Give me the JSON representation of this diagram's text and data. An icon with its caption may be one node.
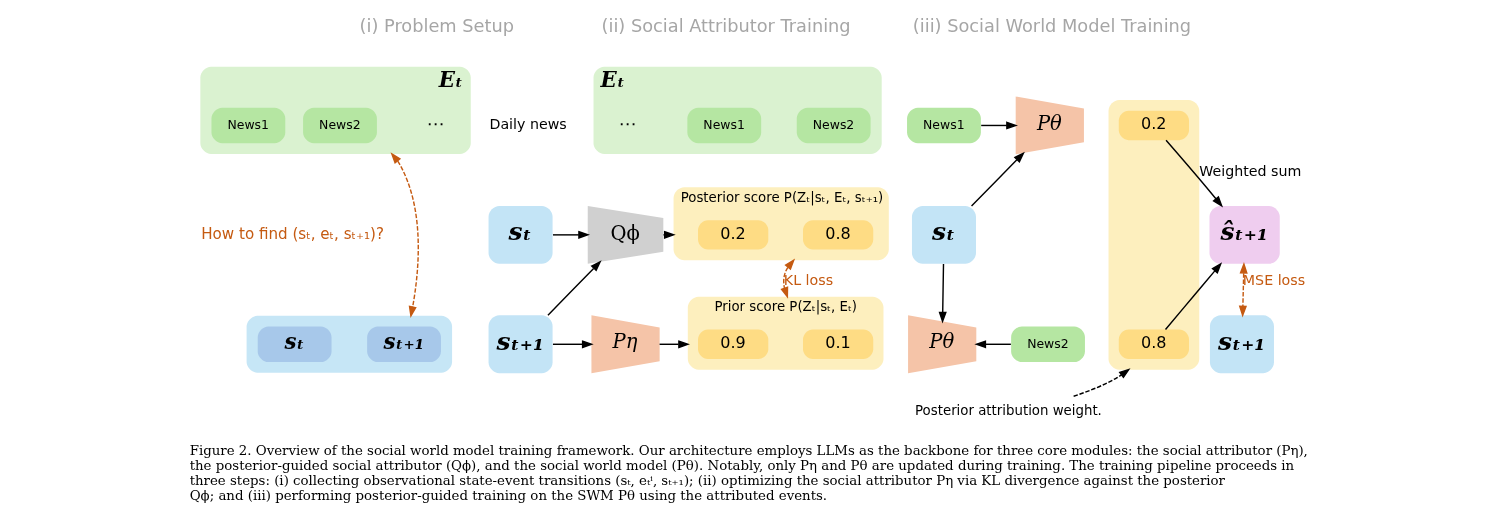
{
  "diagram": {
    "caption": "Figure 2. Overview of the social world model training framework. Our architecture employs LLMs as the backbone for three core modules: the social attributor (Pη), the posterior-guided social attributor (Qϕ), and the social world model (Pθ). Notably, only Pη and Pθ are updated during training. The training pipeline proceeds in three steps: (i) collecting observational state-event transitions (sₜ, eₜⁱ, sₜ₊₁); (ii) optimizing the social attributor Pη via KL divergence against the posterior Qϕ; and (iii) performing posterior-guided training on the SWM Pθ using the attributed events.",
    "nodes": [
      {
        "text": [
          "Eₜ"
        ]
      },
      {
        "text": [
          "News1"
        ],
        "in": 0
      },
      {
        "text": [
          "News2"
        ],
        "in": 0
      },
      {
        "text": [],
        "shape": "box"
      },
      {
        "text": [
          "sₜ"
        ],
        "in": 3
      },
      {
        "text": [
          "sₜ₊₁"
        ],
        "in": 3
      },
      {
        "text": [
          "Eₜ"
        ],
        "beside": [
          "Daily news"
        ]
      },
      {
        "text": [
          "News1"
        ],
        "in": 6
      },
      {
        "text": [
          "News2"
        ],
        "in": 6
      },
      {
        "text": [
          "sₜ"
        ]
      },
      {
        "text": [
          "sₜ₊₁"
        ]
      },
      {
        "text": [
          "Qϕ"
        ]
      },
      {
        "text": [
          "Pη"
        ]
      },
      {
        "text": [
          "Posterior score P(Zₜ|sₜ, Eₜ, sₜ₊₁)"
        ]
      },
      {
        "text": [
          "0.2"
        ],
        "in": 13
      },
      {
        "text": [
          "0.8"
        ],
        "in": 13
      },
      {
        "text": [
          "Prior score P(Zₜ|sₜ, Eₜ)"
        ]
      },
      {
        "text": [
          "0.9"
        ],
        "in": 16
      },
      {
        "text": [
          "0.1"
        ],
        "in": 16
      },
      {
        "text": [
          "News1"
        ]
      },
      {
        "text": [
          "sₜ"
        ]
      },
      {
        "text": [
          "News2"
        ]
      },
      {
        "text": [
          "Pθ"
        ]
      },
      {
        "text": [
          "Pθ"
        ]
      },
      {
        "text": [],
        "shape": "box"
      },
      {
        "text": [
          "0.2"
        ],
        "in": 24
      },
      {
        "text": [
          "0.8"
        ],
        "in": 24
      },
      {
        "text": [
          "ŝₜ₊₁"
        ]
      },
      {
        "text": [
          "sₜ₊₁"
        ]
      },
      {
        "text": [
          "Posterior attribution weight."
        ]
      }
    ],
    "edges": [
      {
        "from": 0,
        "to": 3,
        "arrow": "both",
        "style": "dashed",
        "color": "#c55a11"
      },
      {
        "from": 9,
        "to": 11,
        "arrow": "to"
      },
      {
        "from": 10,
        "to": 11,
        "arrow": "to"
      },
      {
        "from": 10,
        "to": 12,
        "arrow": "to"
      },
      {
        "from": 11,
        "to": 13,
        "arrow": "to"
      },
      {
        "from": 12,
        "to": 16,
        "arrow": "to"
      },
      {
        "from": 13,
        "to": 16,
        "arrow": "both",
        "style": "dashed",
        "color": "#c55a11",
        "label": "KL loss"
      },
      {
        "from": 19,
        "to": 22,
        "arrow": "to"
      },
      {
        "from": 20,
        "to": 22,
        "arrow": "to"
      },
      {
        "from": 20,
        "to": 23,
        "arrow": "to"
      },
      {
        "from": 21,
        "to": 23,
        "arrow": "to"
      },
      {
        "from": 25,
        "to": 27,
        "arrow": "to",
        "label": "Weighted sum"
      },
      {
        "from": 26,
        "to": 27,
        "arrow": "to"
      },
      {
        "from": 27,
        "to": 28,
        "arrow": "both",
        "style": "dashed",
        "color": "#c55a11",
        "label": "MSE loss"
      },
      {
        "from": 29,
        "to": 24,
        "arrow": "to",
        "style": "dashed"
      }
    ],
    "labels": [
      "(i) Problem Setup",
      "⋯",
      "How to find (sₜ, eₜ, sₜ₊₁)?",
      "(ii) Social Attributor Training",
      "⋯",
      "(iii) Social World Model Training"
    ]
  }
}
